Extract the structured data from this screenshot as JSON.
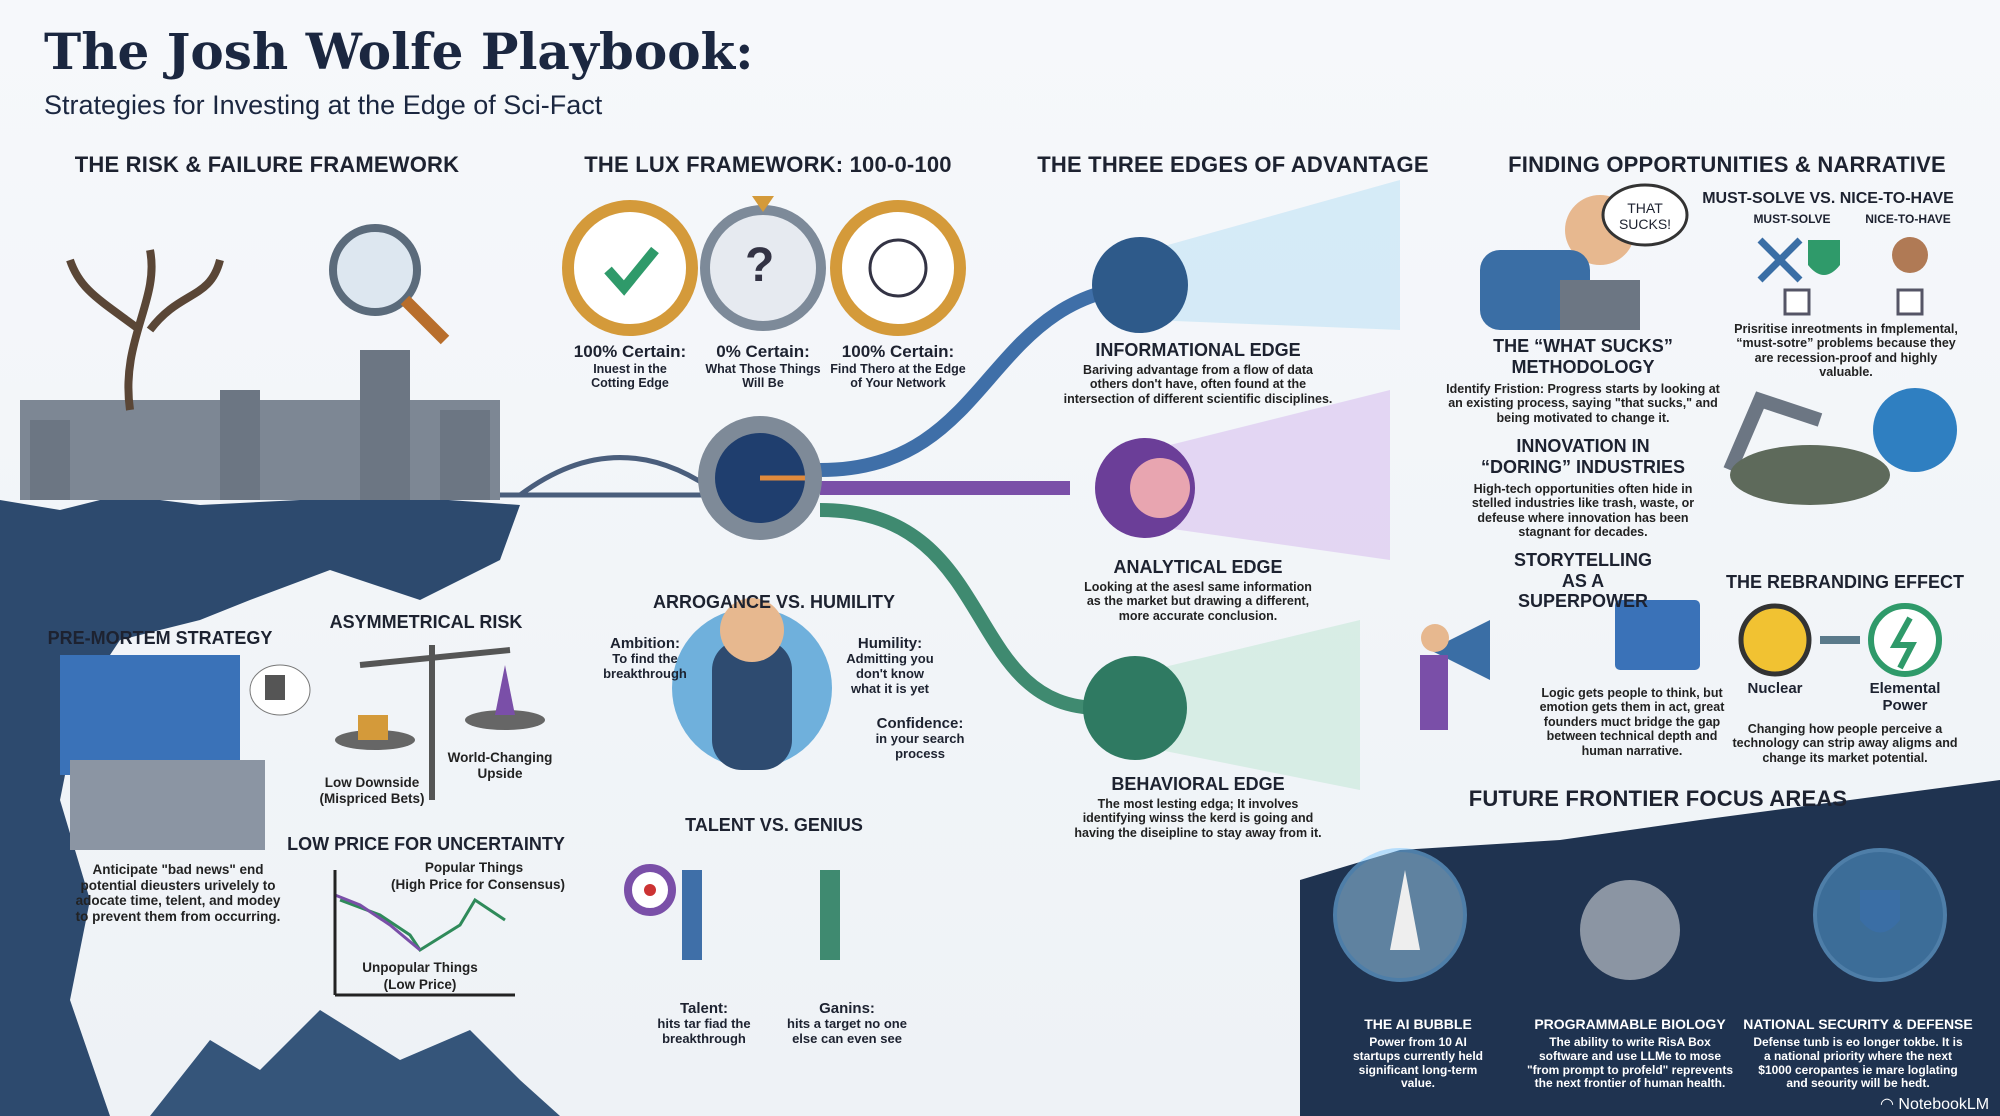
{
  "title": "The Josh Wolfe Playbook:",
  "subtitle": "Strategies for Investing at the Edge of Sci-Fact",
  "sections": {
    "risk": {
      "title": "THE RISK & FAILURE FRAMEWORK",
      "premortem": {
        "title": "PRE-MORTEM STRATEGY",
        "text": "Anticipate \"bad news\" end potential dieusters urivelely to adocate time, telent, and modey to prevent them from occurring."
      },
      "asym": {
        "title": "ASYMMETRICAL RISK",
        "left": "Low Downside (Mispriced Bets)",
        "right": "World-Changing Upside"
      },
      "lowprice": {
        "title": "LOW PRICE FOR UNCERTAINTY",
        "high": "Popular Things",
        "high_sub": "(High Price for Consensus)",
        "low": "Unpopular Things",
        "low_sub": "(Low Price)"
      }
    },
    "lux": {
      "title": "THE LUX FRAMEWORK: 100-0-100",
      "items": [
        {
          "head": "100% Certain:",
          "sub": "Inuest in the Cotting Edge",
          "icon": "check-icon"
        },
        {
          "head": "0% Certain:",
          "sub": "What Those Things Will Be",
          "icon": "question-icon"
        },
        {
          "head": "100% Certain:",
          "sub": "Find Thero at the Edge of Your Network",
          "icon": "network-icon"
        }
      ],
      "arrogance": {
        "title": "ARROGANCE VS. HUMILITY",
        "ambition_h": "Ambition:",
        "ambition": "To find the breakthrough",
        "humility_h": "Humility:",
        "humility": "Admitting you don't know what it is yet",
        "confidence_h": "Confidence:",
        "confidence": "in your search process"
      },
      "talent": {
        "title": "TALENT VS. GENIUS",
        "talent_h": "Talent:",
        "talent": "hits tar fiad the breakthrough",
        "genius_h": "Ganins:",
        "genius": "hits a target no one else can even see"
      }
    },
    "edges": {
      "title": "THE THREE EDGES OF ADVANTAGE",
      "items": [
        {
          "title": "INFORMATIONAL EDGE",
          "text": "Bariving advantage from a flow of data others don't have, often found at the intersection of different scientific disciplines.",
          "color": "#3f6fa8"
        },
        {
          "title": "ANALYTICAL EDGE",
          "text": "Looking at the asesl same information as the market but drawing a different, more accurate conclusion.",
          "color": "#7a4fa8"
        },
        {
          "title": "BEHAVIORAL EDGE",
          "text": "The most lesting edga; It involves identifying winss the kerd is going and having the diseipline to stay away from it.",
          "color": "#3f8a70"
        }
      ]
    },
    "finding": {
      "title": "FINDING OPPORTUNITIES & NARRATIVE",
      "bubble": "THAT SUCKS!",
      "whatsucks": {
        "title": "THE “WHAT SUCKS” METHODOLOGY",
        "text": "Identify Fristion: Progress starts by looking at an existing process, saying \"that sucks,\" and being motivated to change it."
      },
      "boring": {
        "title": "INNOVATION IN “DORING” INDUSTRIES",
        "text": "High-tech opportunities often hide in stelled industries like trash, waste, or defeuse where innovation has been stagnant for decades."
      },
      "story": {
        "title": "STORYTELLING AS A SUPERPOWER",
        "text": "Logic gets people to think, but emotion gets them in act, great founders muct bridge the gap between technical depth and human narrative."
      },
      "must": {
        "title": "MUST-SOLVE VS. NICE-TO-HAVE",
        "left": "MUST-SOLVE",
        "right": "NICE-TO-HAVE",
        "text": "Prisritise inreotments in fmplemental, “must-sotre” problems because they are recession-proof and highly valuable."
      },
      "rebrand": {
        "title": "THE REBRANDING EFFECT",
        "left": "Nuclear",
        "right": "Elemental Power",
        "text": "Changing how people perceive a technology can strip away aligms and change its market potential."
      }
    },
    "future": {
      "title": "FUTURE FRONTIER FOCUS AREAS",
      "items": [
        {
          "title": "THE AI BUBBLE",
          "text": "Power from 10 AI startups currently held significant long-term value."
        },
        {
          "title": "PROGRAMMABLE BIOLOGY",
          "text": "The ability to write RisA Box software and use LLMe to mose \"from prompt to profeld\" reprevents the next frontier of human health."
        },
        {
          "title": "NATIONAL SECURITY & DEFENSE",
          "text": "Defense tunb is eo longer tokbe. It is a national priority where the next $1000 ceropantes ie mare loglating and seourity will be hedt."
        }
      ]
    }
  },
  "brand": "NotebookLM"
}
